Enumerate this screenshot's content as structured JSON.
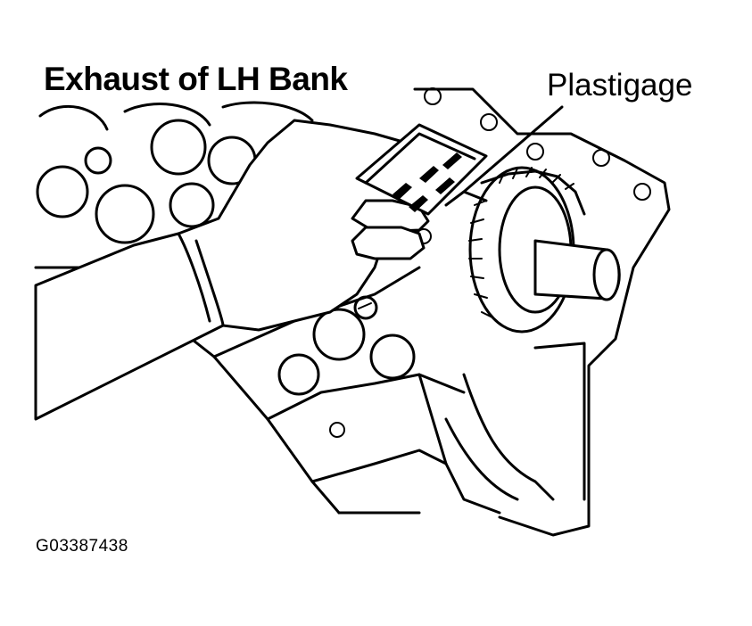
{
  "diagram": {
    "title": "Exhaust of LH Bank",
    "callout_label": "Plastigage",
    "figure_code": "G03387438"
  },
  "colors": {
    "ink": "#000000",
    "background": "#ffffff"
  }
}
